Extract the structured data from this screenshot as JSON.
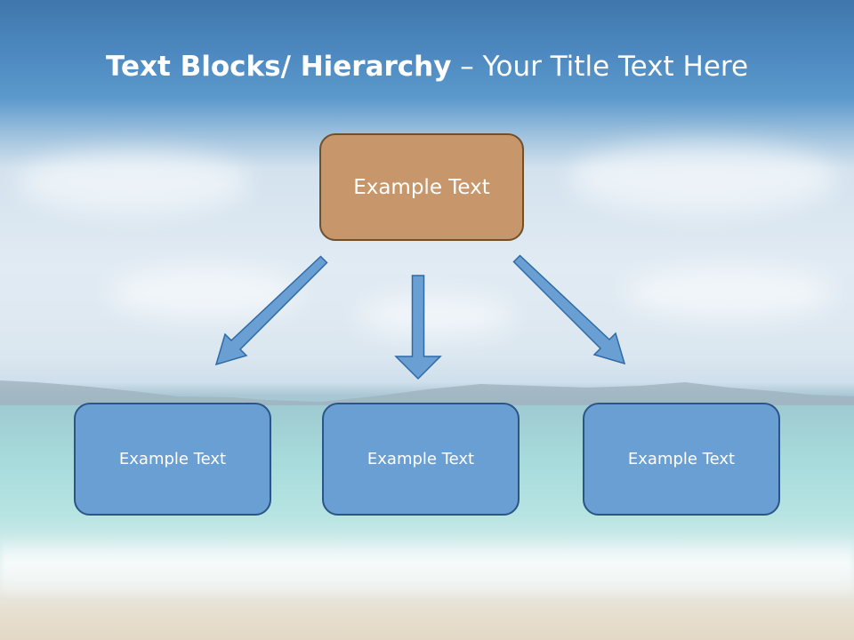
{
  "title": {
    "bold": "Text Blocks/ Hierarchy",
    "separator": " – ",
    "regular": "Your Title Text Here"
  },
  "diagram": {
    "top_box": {
      "label": "Example Text",
      "color": "#c7966a"
    },
    "children": [
      {
        "label": "Example Text",
        "color": "#6a9fd3"
      },
      {
        "label": "Example Text",
        "color": "#6a9fd3"
      },
      {
        "label": "Example Text",
        "color": "#6a9fd3"
      }
    ],
    "arrow_color": "#6a9fd3"
  }
}
